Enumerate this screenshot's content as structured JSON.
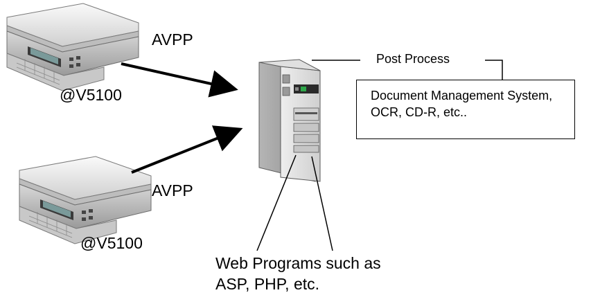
{
  "diagram": {
    "connection_top_label": "AVPP",
    "connection_bottom_label": "AVPP",
    "scanner_top_model": "@V5100",
    "scanner_bottom_model": "@V5100",
    "post_process_label": "Post Process",
    "post_process_box_text": "Document Management System, OCR, CD-R, etc..",
    "web_programs_text": "Web Programs such as ASP, PHP, etc."
  },
  "colors": {
    "line": "#000000",
    "scanner_body": "#e6e6e6",
    "server_body": "#d9d9d9",
    "server_led": "#2ea84a"
  },
  "icons": [
    "scanner-icon",
    "scanner-icon",
    "server-tower-icon"
  ]
}
